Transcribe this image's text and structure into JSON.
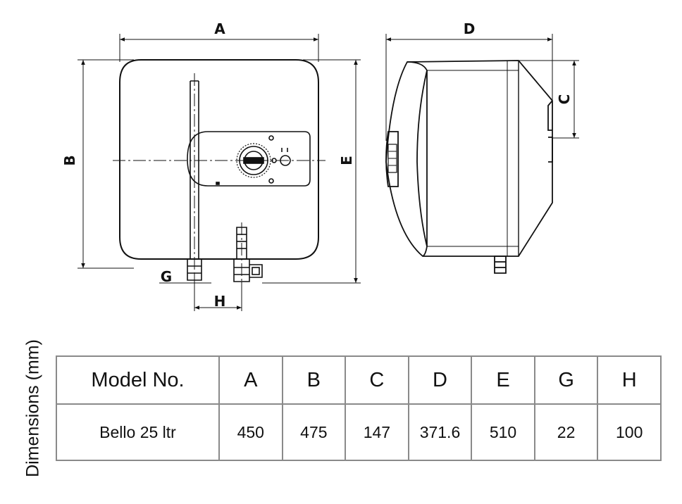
{
  "dimension_labels": {
    "A": "A",
    "B": "B",
    "C": "C",
    "D": "D",
    "E": "E",
    "G": "G",
    "H": "H"
  },
  "side_caption": "Dimensions (mm)",
  "table": {
    "headers": [
      "Model No.",
      "A",
      "B",
      "C",
      "D",
      "E",
      "G",
      "H"
    ],
    "rows": [
      [
        "Bello 25 ltr",
        "450",
        "475",
        "147",
        "371.6",
        "510",
        "22",
        "100"
      ]
    ]
  }
}
